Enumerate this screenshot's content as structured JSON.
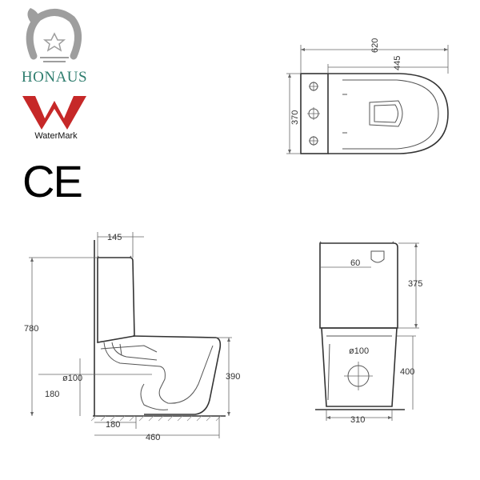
{
  "brand": {
    "name": "HONAUS",
    "icon": "horseshoe-star-icon",
    "color": "#2e7d6e"
  },
  "certifications": {
    "watermark_label": "WaterMark",
    "watermark_icon": "watermark-w-icon",
    "watermark_color": "#c62828",
    "ce_label": "CE"
  },
  "top_view": {
    "overall_depth": "620",
    "bowl_depth": "445",
    "width": "370"
  },
  "side_view": {
    "tank_depth": "145",
    "overall_height": "780",
    "outlet_diameter": "ø100",
    "outlet_height": "180",
    "seat_height": "390",
    "outlet_offset": "180",
    "base_depth": "460"
  },
  "front_view": {
    "button_offset": "60",
    "tank_height": "375",
    "outlet_diameter": "ø100",
    "bowl_height": "400",
    "base_width": "310"
  }
}
